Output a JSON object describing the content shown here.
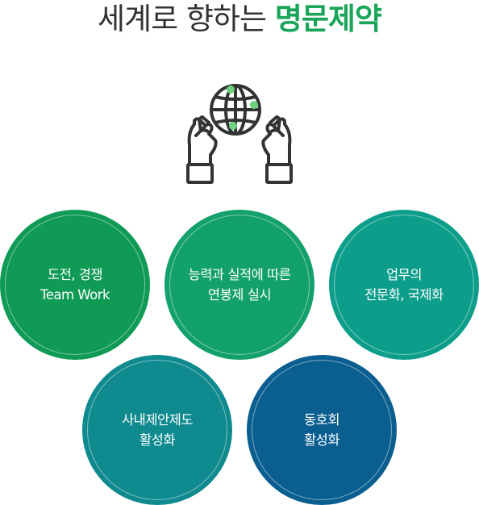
{
  "title": {
    "normal": "세계로 향하는",
    "accent": "명문제약"
  },
  "emblem": {
    "icon": "globe-in-hands-icon",
    "stroke_color": "#333333",
    "dot_color": "#6cd27e"
  },
  "circles": [
    {
      "line1": "도전, 경쟁",
      "line2": "Team Work",
      "color": "#0f9a55"
    },
    {
      "line1": "능력과 실적에 따른",
      "line2": "연봉제 실시",
      "color": "#12a06b"
    },
    {
      "line1": "업무의",
      "line2": "전문화, 국제화",
      "color": "#0d9e8b"
    },
    {
      "line1": "사내제안제도",
      "line2": "활성화",
      "color": "#0f8a8f"
    },
    {
      "line1": "동호회",
      "line2": "활성화",
      "color": "#0b5f90"
    }
  ]
}
